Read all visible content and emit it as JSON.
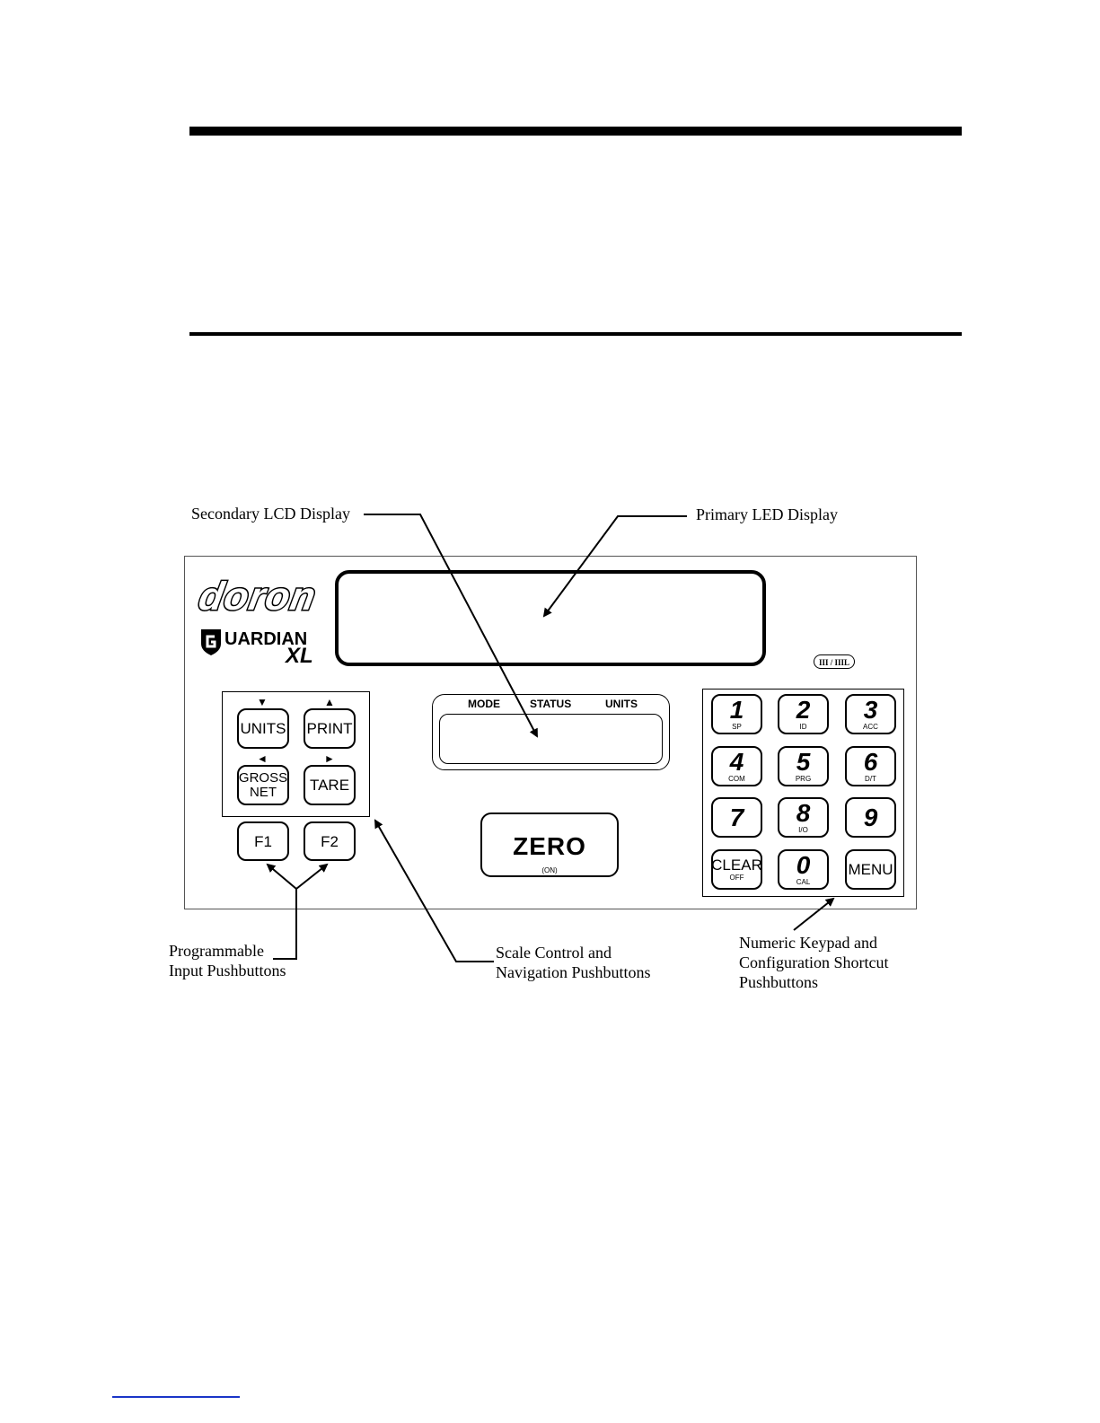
{
  "callouts": {
    "secondary_lcd": "Secondary LCD Display",
    "primary_led": "Primary LED Display",
    "programmable": "Programmable\nInput Pushbuttons",
    "scale_control": "Scale Control and\nNavigation Pushbuttons",
    "numeric_keypad": "Numeric Keypad and\nConfiguration Shortcut\nPushbuttons"
  },
  "brand": {
    "logo_text": "doron",
    "product_line1": "UARDIAN",
    "product_line2": "XL"
  },
  "badge": "III / IIIL",
  "lcd_labels": {
    "mode": "MODE",
    "status": "STATUS",
    "units": "UNITS"
  },
  "nav_keys": {
    "units": "UNITS",
    "print": "PRINT",
    "gross": "GROSS",
    "net": "NET",
    "tare": "TARE",
    "f1": "F1",
    "f2": "F2",
    "arrow_down": "▼",
    "arrow_up": "▲",
    "arrow_left": "◄",
    "arrow_right": "►"
  },
  "zero_key": {
    "label": "ZERO",
    "sub": "(ON)"
  },
  "keypad": [
    {
      "digit": "1",
      "sub": "SP"
    },
    {
      "digit": "2",
      "sub": "ID"
    },
    {
      "digit": "3",
      "sub": "ACC"
    },
    {
      "digit": "4",
      "sub": "COM"
    },
    {
      "digit": "5",
      "sub": "PRG"
    },
    {
      "digit": "6",
      "sub": "D/T"
    },
    {
      "digit": "7",
      "sub": ""
    },
    {
      "digit": "8",
      "sub": "I/O"
    },
    {
      "digit": "9",
      "sub": ""
    },
    {
      "digit": "CLEAR",
      "sub": "OFF"
    },
    {
      "digit": "0",
      "sub": "CAL"
    },
    {
      "digit": "MENU",
      "sub": ""
    }
  ]
}
